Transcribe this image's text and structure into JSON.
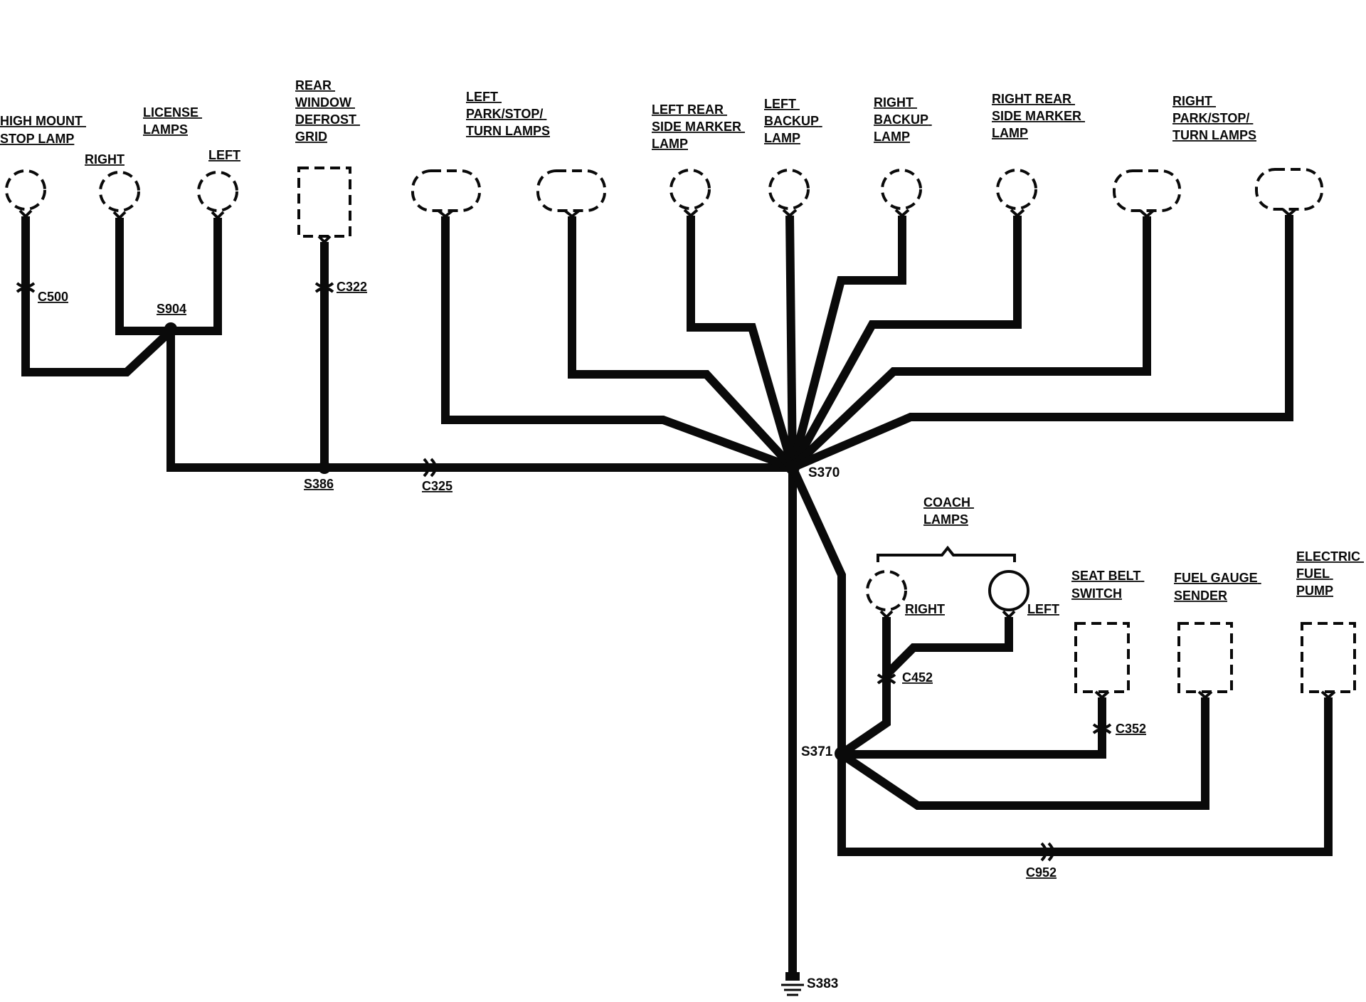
{
  "components": {
    "high_mount_stop_lamp": [
      "HIGH MOUNT",
      "STOP LAMP"
    ],
    "license_lamps": [
      "LICENSE",
      "LAMPS"
    ],
    "license_right": "RIGHT",
    "license_left": "LEFT",
    "rear_window_defrost_grid": [
      "REAR",
      "WINDOW",
      "DEFROST",
      "GRID"
    ],
    "left_park_stop_turn": [
      "LEFT",
      "PARK/STOP/",
      "TURN LAMPS"
    ],
    "left_rear_side_marker": [
      "LEFT REAR",
      "SIDE MARKER",
      "LAMP"
    ],
    "left_backup": [
      "LEFT",
      "BACKUP",
      "LAMP"
    ],
    "right_backup": [
      "RIGHT",
      "BACKUP",
      "LAMP"
    ],
    "right_rear_side_marker": [
      "RIGHT REAR",
      "SIDE MARKER",
      "LAMP"
    ],
    "right_park_stop_turn": [
      "RIGHT",
      "PARK/STOP/",
      "TURN LAMPS"
    ],
    "coach_lamps": [
      "COACH",
      "LAMPS"
    ],
    "coach_right": "RIGHT",
    "coach_left": "LEFT",
    "seat_belt_switch": [
      "SEAT BELT",
      "SWITCH"
    ],
    "fuel_gauge_sender": [
      "FUEL GAUGE",
      "SENDER"
    ],
    "electric_fuel_pump": [
      "ELECTRIC",
      "FUEL",
      "PUMP"
    ]
  },
  "connectors": {
    "c500": "C500",
    "c322": "C322",
    "c325": "C325",
    "c452": "C452",
    "c352": "C352",
    "c952": "C952"
  },
  "splices": {
    "s904": "S904",
    "s386": "S386",
    "s370": "S370",
    "s371": "S371",
    "s383": "S383"
  }
}
